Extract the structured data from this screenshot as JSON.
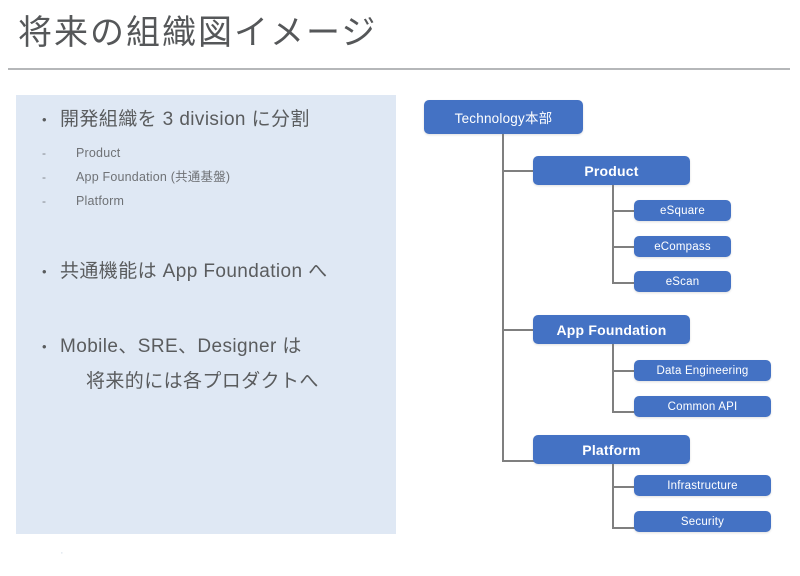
{
  "slide": {
    "title": "将来の組織図イメージ"
  },
  "left_panel": {
    "bullets": [
      {
        "marker": "•",
        "text": "開発組織を 3 division に分割",
        "sub_items": [
          {
            "marker": "-",
            "text": "Product"
          },
          {
            "marker": "-",
            "text": "App Foundation (共通基盤)"
          },
          {
            "marker": "-",
            "text": "Platform"
          }
        ]
      },
      {
        "marker": "•",
        "text": "共通機能は App Foundation へ",
        "sub_items": []
      },
      {
        "marker": "•",
        "text": "Mobile、SRE、Designer は",
        "text_line2": "将来的には各プロダクトへ",
        "sub_items": []
      }
    ],
    "trailing_marker": "·"
  },
  "org_chart": {
    "root": {
      "label": "Technology本部"
    },
    "divisions": [
      {
        "label": "Product",
        "children": [
          {
            "label": "eSquare"
          },
          {
            "label": "eCompass"
          },
          {
            "label": "eScan"
          }
        ]
      },
      {
        "label": "App Foundation",
        "children": [
          {
            "label": "Data Engineering"
          },
          {
            "label": "Common API"
          }
        ]
      },
      {
        "label": "Platform",
        "children": [
          {
            "label": "Infrastructure"
          },
          {
            "label": "Security"
          }
        ]
      }
    ]
  },
  "colors": {
    "node_blue": "#4472c4",
    "panel_background": "#dfe8f4",
    "connector_gray": "#7f7f7f",
    "title_text": "#555759",
    "body_text": "#5a5c5e"
  }
}
